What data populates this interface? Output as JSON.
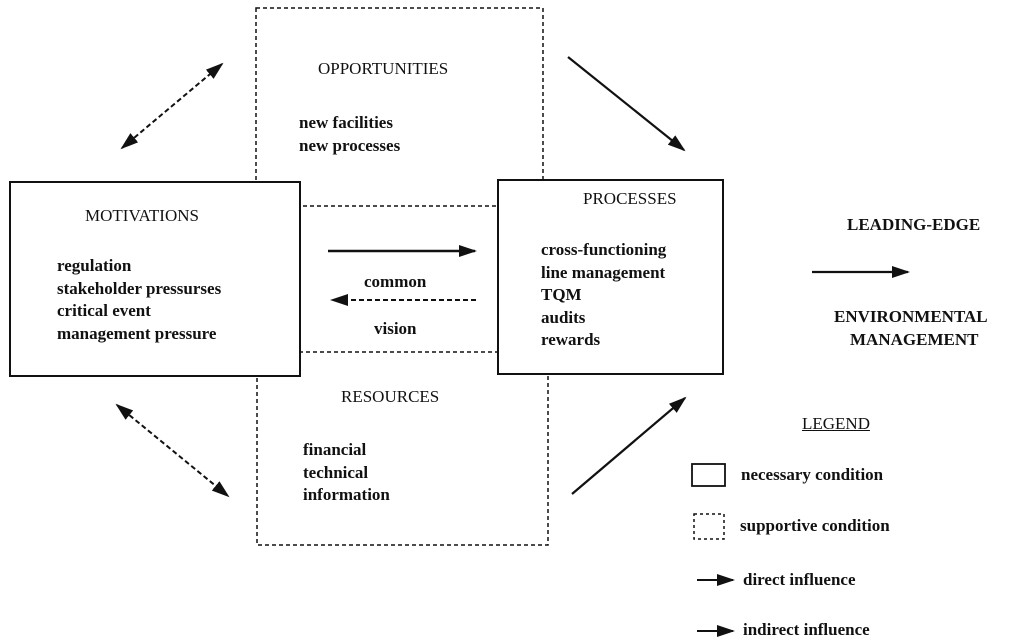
{
  "opportunities": {
    "title": "OPPORTUNITIES",
    "items": [
      "new facilities",
      "new processes"
    ]
  },
  "motivations": {
    "title": "MOTIVATIONS",
    "items": [
      "regulation",
      "stakeholder pressurses",
      "critical event",
      "management pressure"
    ]
  },
  "processes": {
    "title": "PROCESSES",
    "items": [
      "cross-functioning",
      "line management",
      "TQM",
      "audits",
      "rewards"
    ]
  },
  "resources": {
    "title": "RESOURCES",
    "items": [
      "financial",
      "technical",
      "information"
    ]
  },
  "center_labels": {
    "common": "common",
    "vision": "vision"
  },
  "outcome": {
    "line1": "LEADING-EDGE",
    "line2": "ENVIRONMENTAL",
    "line3": "MANAGEMENT"
  },
  "legend": {
    "title": "LEGEND",
    "necessary": "necessary condition",
    "supportive": "supportive condition",
    "direct": "direct influence",
    "indirect": "indirect influence"
  },
  "colors": {
    "ink": "#111111",
    "background": "#ffffff"
  }
}
